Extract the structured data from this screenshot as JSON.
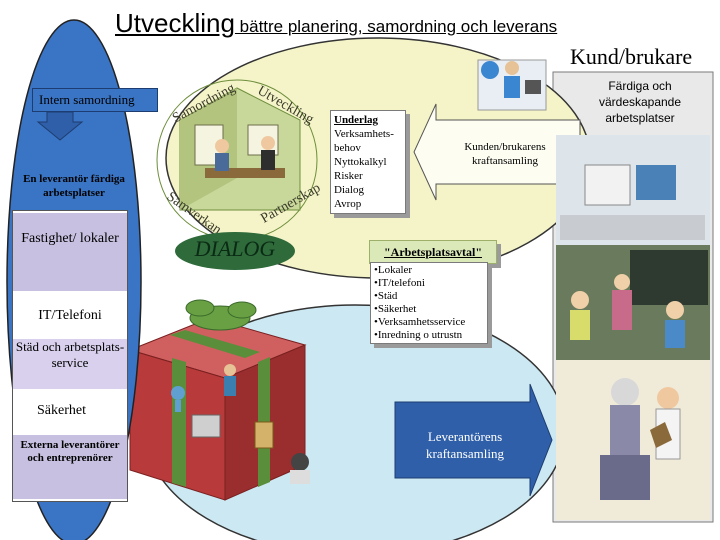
{
  "title": {
    "main": "Utveckling",
    "rest": " bättre planering, samordning och leverans"
  },
  "kund": "Kund/brukare",
  "fardiga": "Färdiga och värdeskapande arbetsplatser",
  "intern": "Intern samordning",
  "en_leverantor": "En leverantör färdiga arbetsplatser",
  "column_items": [
    "Fastighet/ lokaler",
    "IT/Telefoni",
    "Städ och arbetsplats-service",
    "Säkerhet"
  ],
  "externa": "Externa leverantörer och entreprenörer",
  "ring_words": {
    "samordning": "Samordning",
    "utveckling": "Utveckling",
    "samverkan": "Samverkan",
    "partnerskap": "Partnerskap"
  },
  "dialog": "DIALOG",
  "underlag": {
    "heading": "Underlag",
    "items": [
      "Verksamhets-",
      "behov",
      "Nyttokalkyl",
      "Risker",
      "Dialog",
      "Avrop"
    ]
  },
  "kundens": "Kunden/brukarens kraftansamling",
  "arbetsplatsavtal": {
    "heading": "\"Arbetsplatsavtal\"",
    "items": [
      "•Lokaler",
      "•IT/telefoni",
      "•Städ",
      "•Säkerhet",
      "•Verksamhetsservice",
      "•Inredning o utrustn"
    ]
  },
  "leverantorens": "Leverantörens kraftansamling",
  "colors": {
    "left_fill": "#3a74c4",
    "green_ellipse": "#f4f4c8",
    "blue_ellipse": "#cce8f2",
    "gift_red": "#b83a3a",
    "ribbon_green": "#5a8e3a",
    "arrow_blue": "#2f5fa8"
  }
}
